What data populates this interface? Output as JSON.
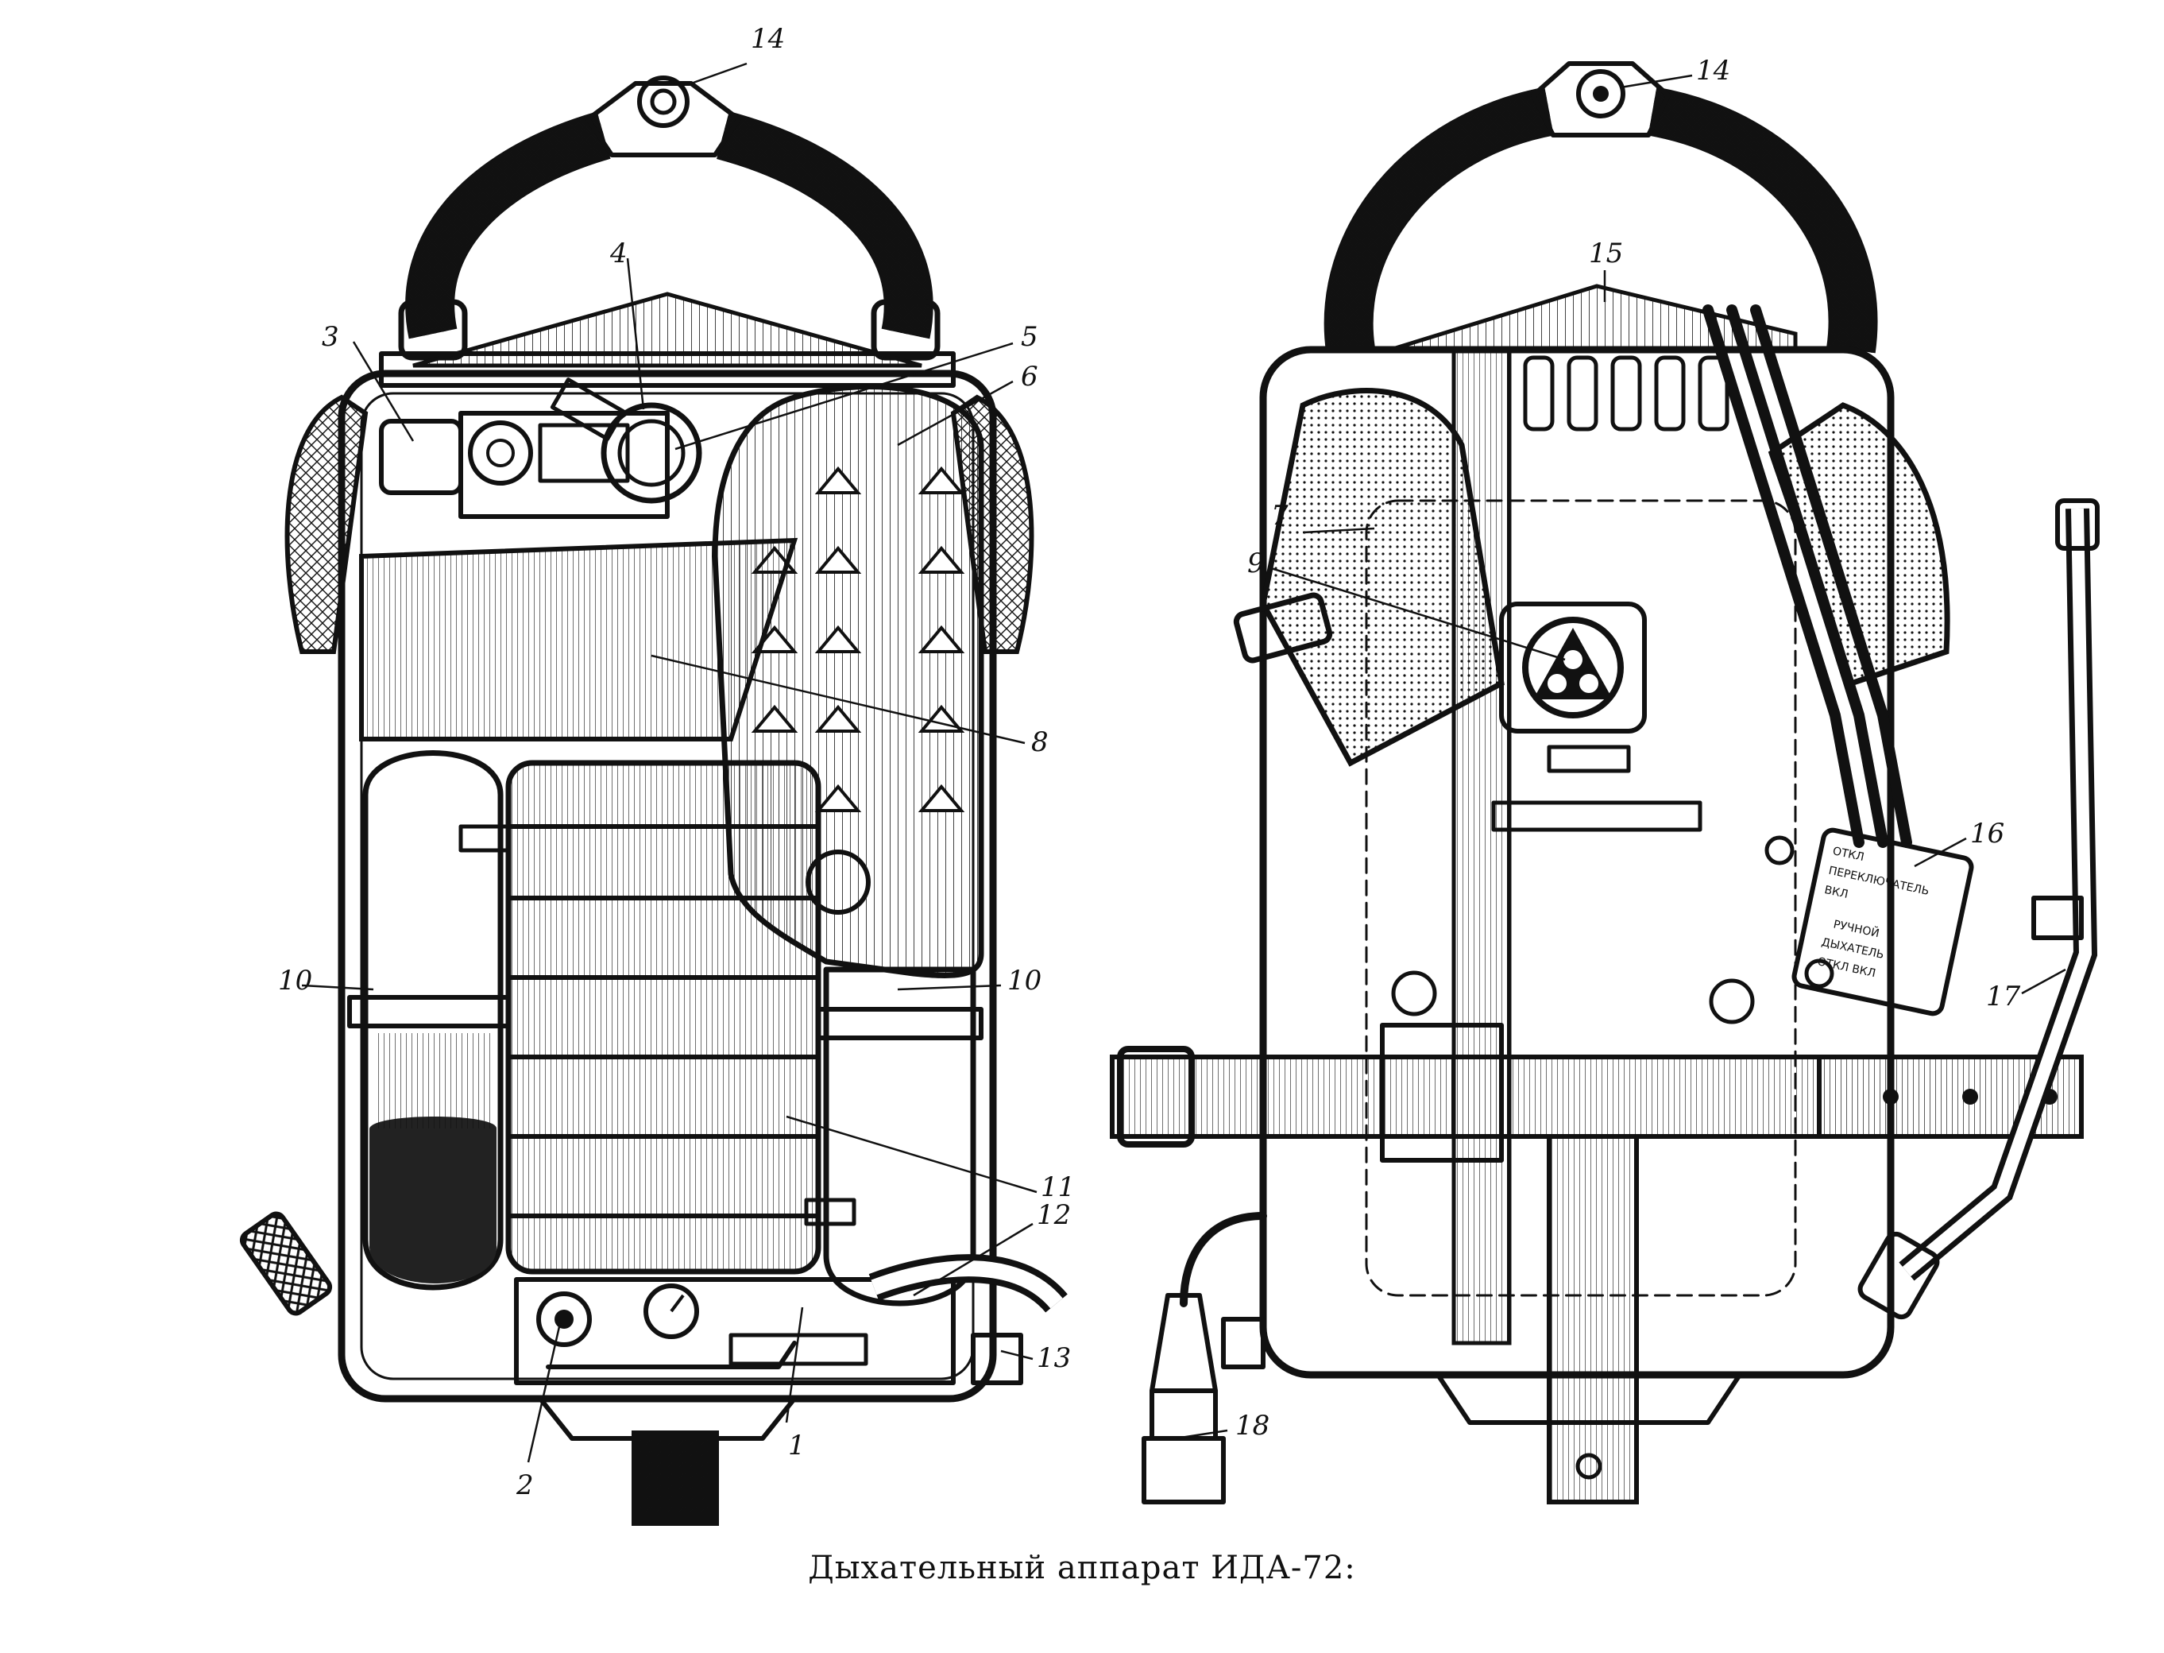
{
  "caption": "Дыхательный аппарат ИДА-72:",
  "callouts": [
    "1",
    "2",
    "3",
    "4",
    "5",
    "6",
    "7",
    "8",
    "9",
    "10",
    "11",
    "12",
    "13",
    "14",
    "15",
    "16",
    "17",
    "18"
  ],
  "plate_16": {
    "line1": "ОТКЛ",
    "line2": "ПЕРЕКЛЮЧАТЕЛЬ",
    "line3": "ВКЛ",
    "line4": "РУЧНОЙ",
    "line5": "ДЫХАТЕЛЬ",
    "line6": "ОТКЛ ВКЛ"
  },
  "colors": {
    "ink": "#111111",
    "paper": "#ffffff"
  }
}
